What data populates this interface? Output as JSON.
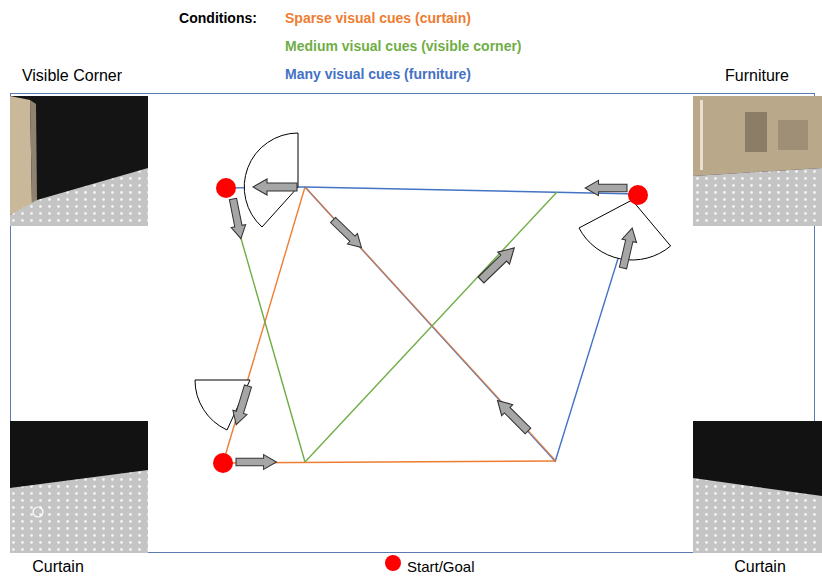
{
  "diagram": {
    "labels": [
      "Conditions:",
      "Visible Corner",
      "Furniture",
      "Curtain",
      "Curtain"
    ],
    "legend": [
      {
        "text": "Sparse visual cues (curtain)",
        "color": "#ed7d31"
      },
      {
        "text": "Medium visual cues (visible corner)",
        "color": "#70ad47"
      },
      {
        "text": "Many visual cues (furniture)",
        "color": "#4472c4"
      },
      {
        "text": "Start/Goal",
        "color": "#ff0000"
      }
    ]
  }
}
